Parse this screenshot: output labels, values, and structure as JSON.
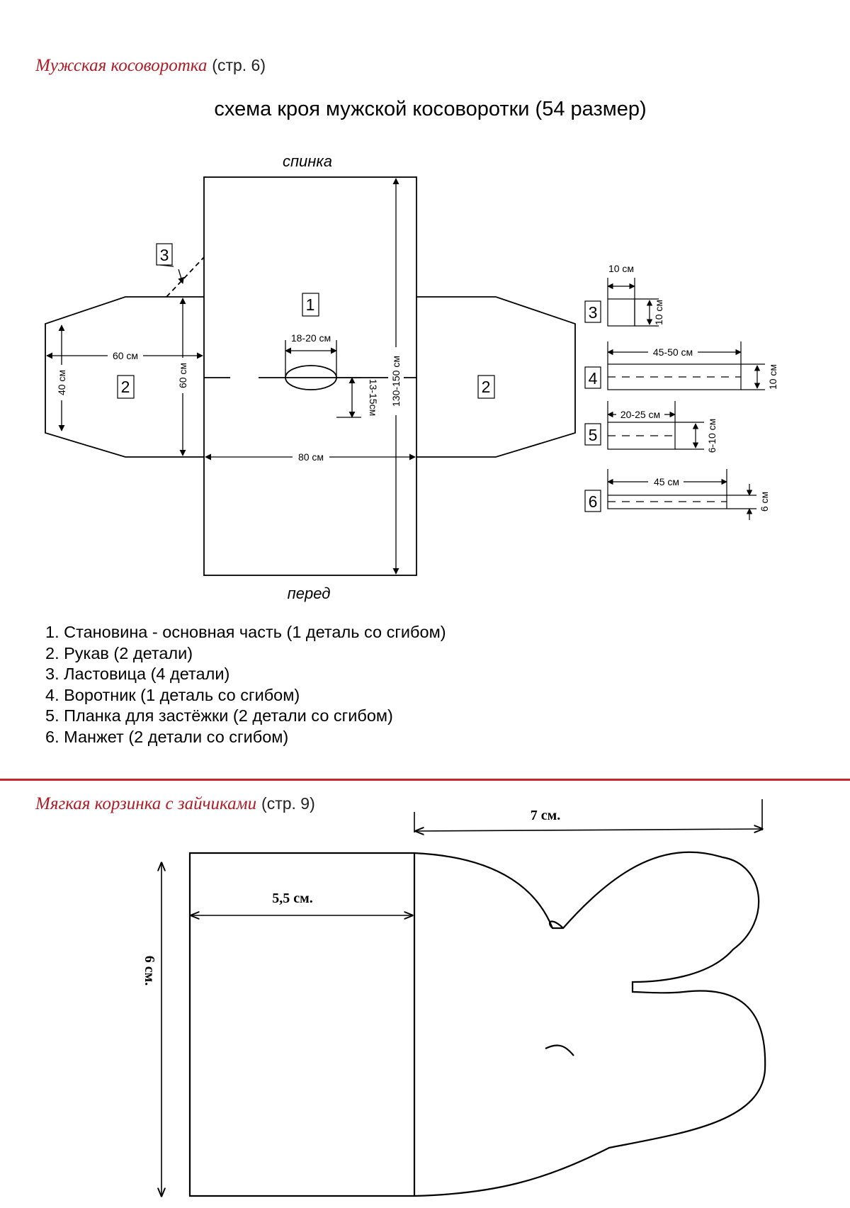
{
  "heading1": {
    "title": "Мужская косоворотка",
    "page_ref": "(стр. 6)"
  },
  "heading2": {
    "title": "Мягкая корзинка с зайчиками",
    "page_ref": "(стр. 9)"
  },
  "shirt_diagram": {
    "title": "схема кроя мужской косоворотки (54 размер)",
    "top_label": "спинка",
    "bottom_label": "перед",
    "part_numbers": {
      "body": "1",
      "sleeve_left": "2",
      "sleeve_right": "2",
      "gusset": "3"
    },
    "dimensions": {
      "sleeve_length": "60 см",
      "sleeve_width_end": "40 см",
      "sleeve_width_shoulder": "60 см",
      "neck_width": "18-20 см",
      "neck_depth": "13-15см",
      "body_length": "130-150 см",
      "body_width": "80 см"
    },
    "small_parts": [
      {
        "num": "3",
        "width": "10 см",
        "height": "10 см"
      },
      {
        "num": "4",
        "width": "45-50 см",
        "height": "10 см"
      },
      {
        "num": "5",
        "width": "20-25 см",
        "height": "6-10 см"
      },
      {
        "num": "6",
        "width": "45 см",
        "height": "6 см"
      }
    ]
  },
  "legend": [
    "1. Становина - основная часть (1 деталь со сгибом)",
    "2. Рукав (2 детали)",
    "3. Ластовица (4 детали)",
    "4. Воротник (1 деталь со сгибом)",
    "5. Планка для застёжки (2 детали со сгибом)",
    "6. Манжет (2 детали со сгибом)"
  ],
  "basket_pattern": {
    "total_width": "7 см.",
    "rect_width": "5,5 см.",
    "height": "6 см."
  }
}
